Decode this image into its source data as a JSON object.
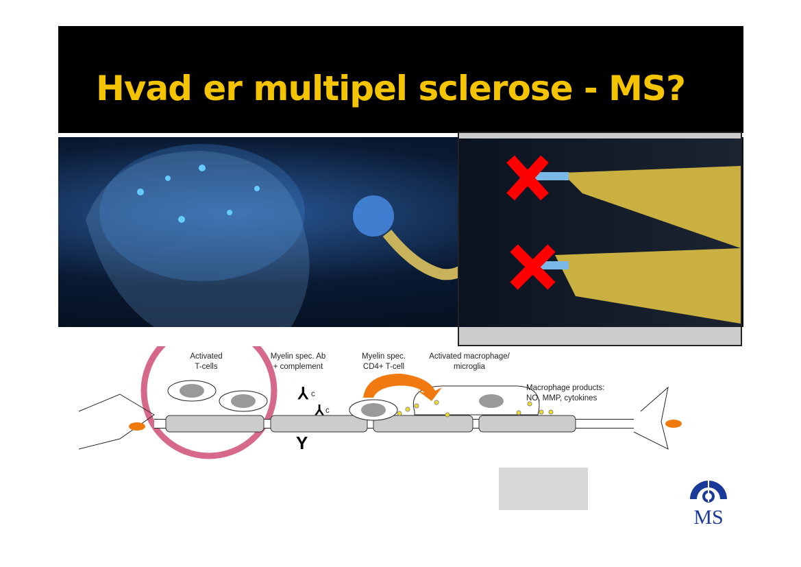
{
  "slide": {
    "title": "Hvad er multipel sclerose - MS?",
    "diagram_labels": {
      "activated_tcells_1": "Activated",
      "activated_tcells_2": "T-cells",
      "myelin_ab_1": "Myelin spec. Ab",
      "myelin_ab_2": "+ complement",
      "cd4_1": "Myelin spec.",
      "cd4_2": "CD4+ T-cell",
      "macrophage_1": "Activated macrophage/",
      "macrophage_2": "microglia",
      "products_1": "Macrophage products:",
      "products_2": "NO, MMP, cytokines",
      "complement_c": "c"
    },
    "logo_text": "MS"
  },
  "colors": {
    "title": "#f5c400",
    "logo": "#1a3a9a",
    "cross": "#ff0000",
    "arrow": "#f07a10"
  }
}
